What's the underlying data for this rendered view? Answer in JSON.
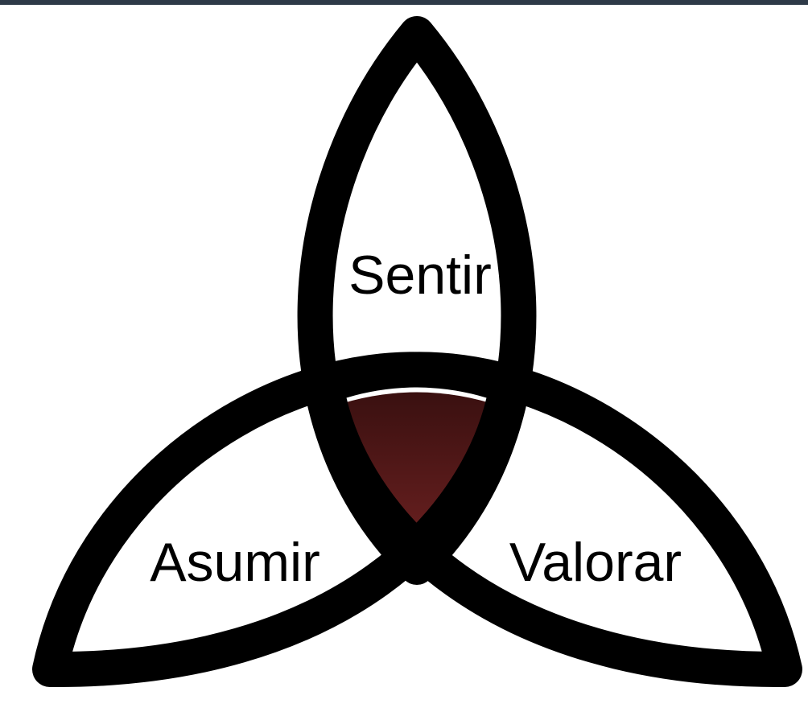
{
  "colors": {
    "background": "#ffffff",
    "top_bar": "#2e3a48",
    "outline": "#000000",
    "center_fill_top": "#3a1010",
    "center_fill_bottom": "#6a2020"
  },
  "lobes": {
    "top": {
      "label": "Sentir"
    },
    "left": {
      "label": "Asumir"
    },
    "right": {
      "label": "Valorar"
    }
  }
}
